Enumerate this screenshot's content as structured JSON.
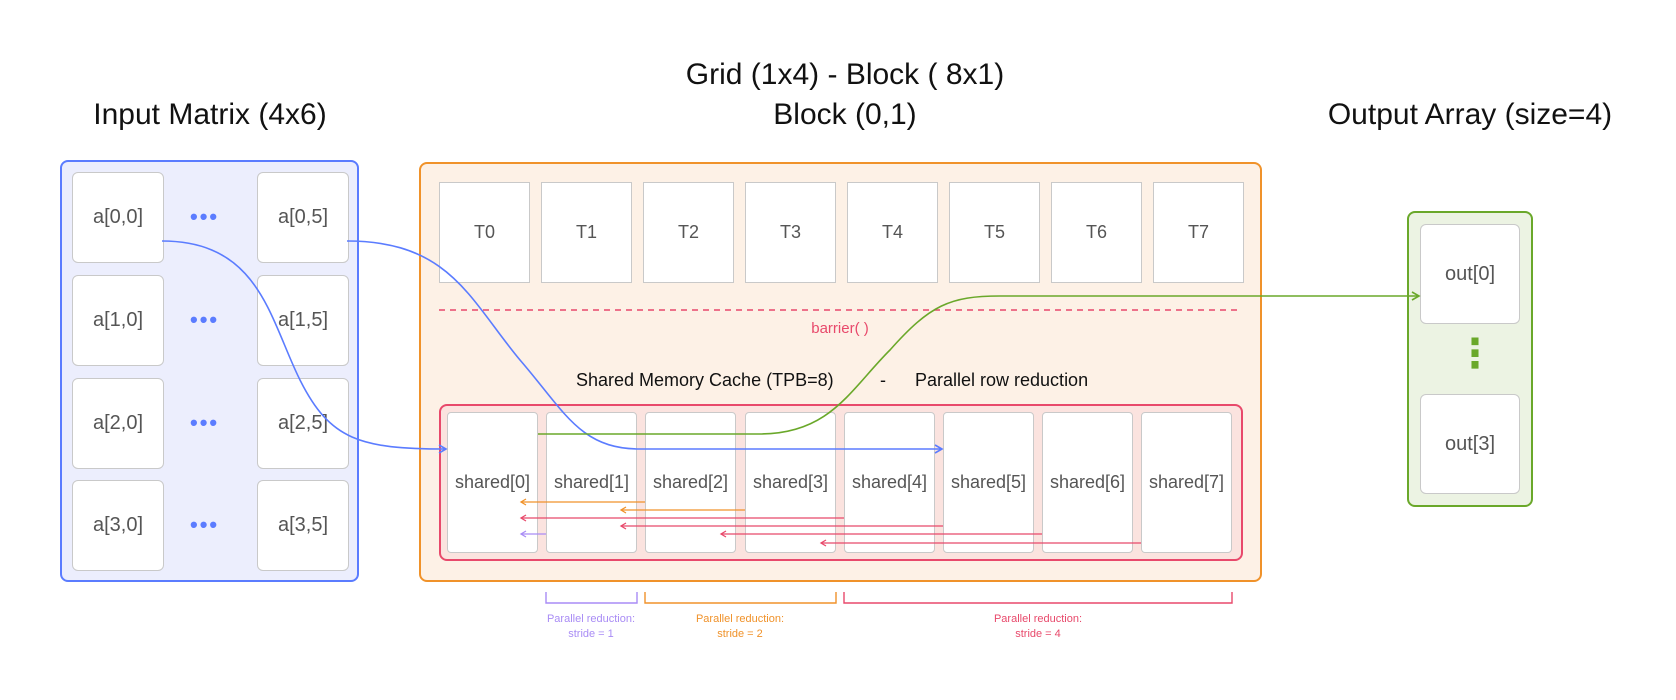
{
  "titles": {
    "grid_block": "Grid (1x4)   -   Block ( 8x1)",
    "block": "Block (0,1)",
    "input": "Input Matrix (4x6)",
    "output": "Output Array (size=4)"
  },
  "input_matrix": {
    "cells": [
      [
        "a[0,0]",
        "a[0,5]"
      ],
      [
        "a[1,0]",
        "a[1,5]"
      ],
      [
        "a[2,0]",
        "a[2,5]"
      ],
      [
        "a[3,0]",
        "a[3,5]"
      ]
    ],
    "ellipsis": "•••"
  },
  "threads": [
    "T0",
    "T1",
    "T2",
    "T3",
    "T4",
    "T5",
    "T6",
    "T7"
  ],
  "barrier_label": "barrier( )",
  "shared": {
    "title": "Shared Memory Cache (TPB=8)",
    "separator": "-",
    "subtitle": "Parallel row reduction",
    "cells": [
      "shared[0]",
      "shared[1]",
      "shared[2]",
      "shared[3]",
      "shared[4]",
      "shared[5]",
      "shared[6]",
      "shared[7]"
    ]
  },
  "output": {
    "cells": [
      "out[0]",
      "out[3]"
    ],
    "ellipsis": "⋮"
  },
  "reductions": [
    {
      "line1": "Parallel reduction:",
      "line2": "stride = 1"
    },
    {
      "line1": "Parallel reduction:",
      "line2": "stride = 2"
    },
    {
      "line1": "Parallel reduction:",
      "line2": "stride = 4"
    }
  ],
  "colors": {
    "input_blue": "#5b7cff",
    "block_orange": "#f0922a",
    "output_green": "#6aa82a",
    "shared_red": "#e8496b",
    "stride1_purple": "#a98cf5",
    "stride2_orange": "#f0922a",
    "stride4_pink": "#e8496b"
  }
}
